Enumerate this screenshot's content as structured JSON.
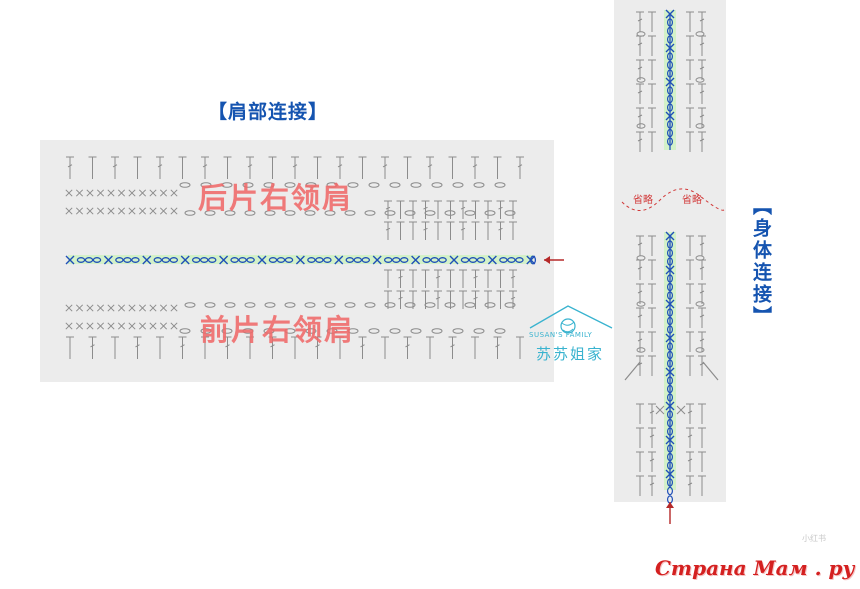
{
  "headings": {
    "shoulder": "【肩部连接】",
    "body": "【身体连接】"
  },
  "labels": {
    "back_right_neck_shoulder": "后片右领肩",
    "front_right_neck_shoulder": "前片右领肩",
    "omitted_left": "省略",
    "omitted_right": "省略"
  },
  "watermark": {
    "english": "SUSAN'S FAMILY",
    "chinese": "苏苏姐家"
  },
  "site_logo": "Страна Мам . ру",
  "stamp": "小红书",
  "colors": {
    "heading_blue": "#1554b0",
    "join_line_blue": "#1f4fb8",
    "label_red": "#f06a6a",
    "arrow_red": "#b52828",
    "stitch_gray": "#8c8c8c",
    "panel_gray": "#ececec",
    "highlight_green": "#d3f1c8",
    "watermark_teal": "#39b3cf"
  },
  "icons": [
    "arrow-left-icon",
    "arrow-up-icon",
    "yarn-ball-icon"
  ]
}
